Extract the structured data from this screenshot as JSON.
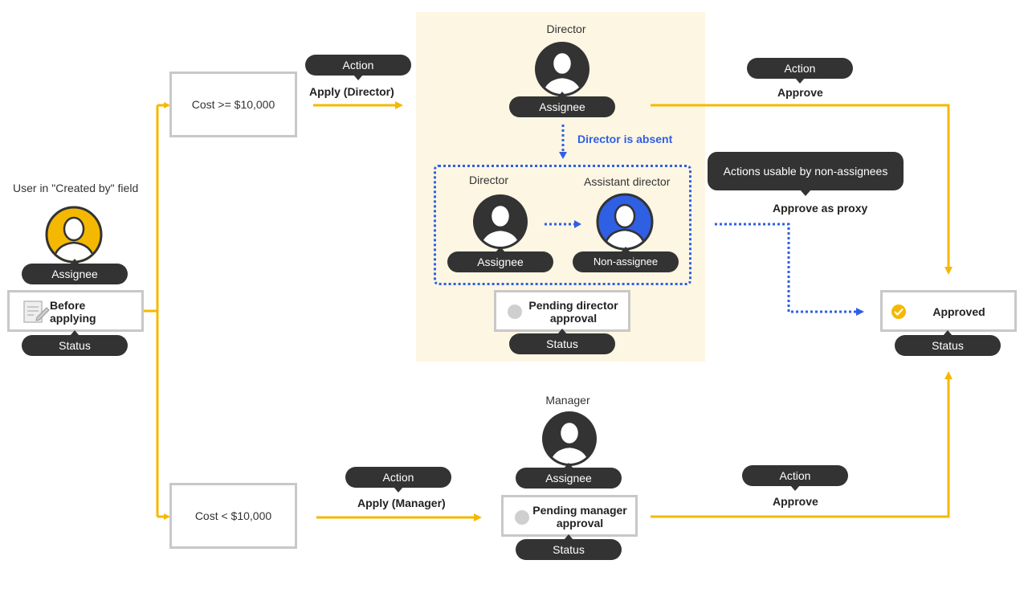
{
  "colors": {
    "flow_line": "#f5b800",
    "proxy_line": "#2f5fe3",
    "pill_bg": "#333333",
    "highlight_bg": "#fdf6e3",
    "creator_avatar": "#f5b800",
    "assistant_avatar": "#2f5fe3",
    "approved_check": "#f5b800"
  },
  "creator": {
    "title": "User in \"Created by\" field",
    "assignee_pill": "Assignee",
    "status_text": "Before applying",
    "status_pill": "Status",
    "icon": "document-edit-icon"
  },
  "conditions": {
    "high": "Cost >= $10,000",
    "low": "Cost < $10,000"
  },
  "apply_director": {
    "action_pill": "Action",
    "label": "Apply (Director)"
  },
  "apply_manager": {
    "action_pill": "Action",
    "label": "Apply (Manager)"
  },
  "director_block": {
    "title": "Director",
    "assignee_pill": "Assignee",
    "absent_label": "Director is absent",
    "proxy_group": {
      "director_title": "Director",
      "director_pill": "Assignee",
      "assistant_title": "Assistant director",
      "assistant_pill": "Non-assignee"
    },
    "status_text": "Pending director approval",
    "status_pill": "Status"
  },
  "manager_block": {
    "title": "Manager",
    "assignee_pill": "Assignee",
    "status_text": "Pending manager approval",
    "status_pill": "Status"
  },
  "approve_top": {
    "action_pill": "Action",
    "label": "Approve"
  },
  "approve_proxy": {
    "callout": "Actions usable by non-assignees",
    "label": "Approve as proxy"
  },
  "approve_bottom": {
    "action_pill": "Action",
    "label": "Approve"
  },
  "approved": {
    "status_text": "Approved",
    "status_pill": "Status",
    "icon": "check-circle-icon"
  }
}
